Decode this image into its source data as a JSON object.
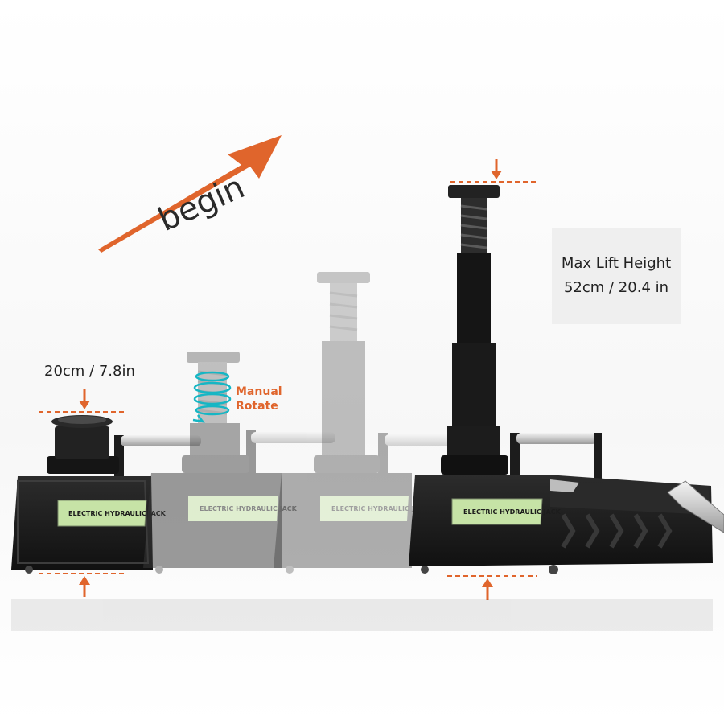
{
  "annotations": {
    "begin": "begin",
    "min_height": "20cm / 7.8in",
    "manual_rotate": "Manual\nRotate",
    "max_lift_title": "Max Lift Height",
    "max_lift_value": "52cm / 20.4 in"
  },
  "product": {
    "badge_text": "ELECTRIC HYDRAULIC JACK"
  },
  "colors": {
    "accent_orange": "#e0652c",
    "jack_body": "#1b1b1b",
    "badge_green": "#c6e3a6",
    "ghost_gray": "#8a8a8a"
  },
  "icons": [
    "arrow-up-right-icon",
    "arrow-down-icon",
    "arrow-up-icon",
    "rotation-spiral-icon"
  ]
}
